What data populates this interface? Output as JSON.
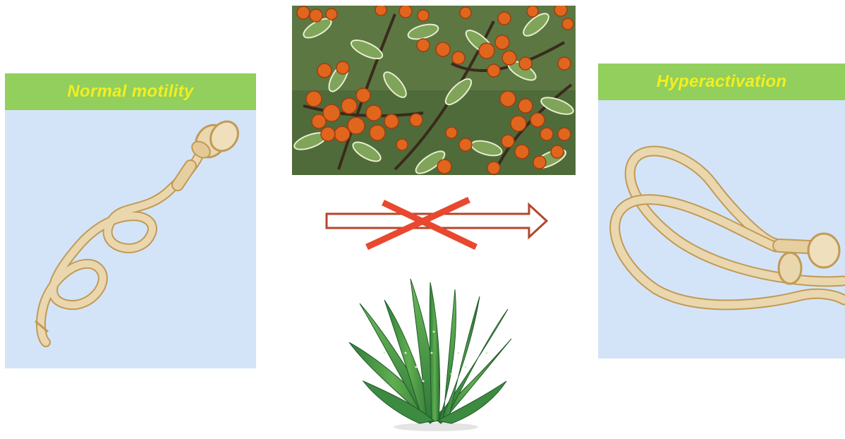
{
  "left_panel": {
    "title": "Normal motility"
  },
  "right_panel": {
    "title": "Hyperactivation"
  },
  "colors": {
    "panel_background": "#d4e4f8",
    "header_green": "#92cf5c",
    "title_yellow": "#f2ee21",
    "sperm_fill": "#ead7ae",
    "sperm_outline": "#c19a55",
    "arrow_outline": "#b5472c",
    "cross_red": "#e8482f"
  },
  "icons": {
    "top_image": "sea-buckthorn-berries-photo",
    "bottom_image": "aloe-vera-plant",
    "center_arrow": "right-arrow-icon",
    "cross": "cross-mark-icon",
    "left_cell": "sperm-cell-normal-icon",
    "right_cell": "sperm-cell-hyperactivated-icon"
  }
}
